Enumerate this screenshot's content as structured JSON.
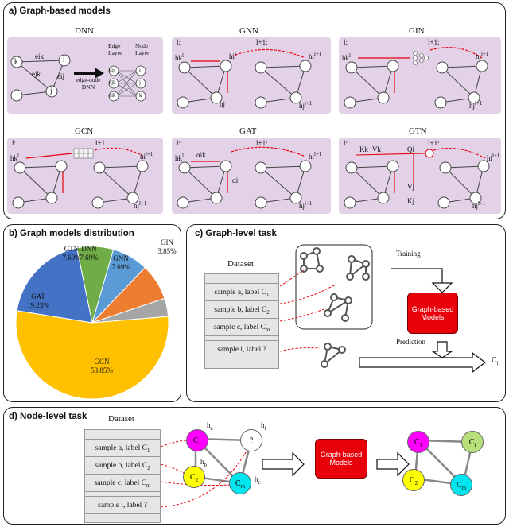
{
  "panel_a": {
    "title": "a) Graph-based models",
    "models": [
      {
        "name": "DNN",
        "left_label": "",
        "right_label": ""
      },
      {
        "name": "GNN",
        "left_label": "l:",
        "right_label": "l+1:"
      },
      {
        "name": "GIN",
        "left_label": "l:",
        "right_label": "l+1:"
      },
      {
        "name": "GCN",
        "left_label": "l:",
        "right_label": "l+1"
      },
      {
        "name": "GAT",
        "left_label": "l:",
        "right_label": "l+1:"
      },
      {
        "name": "GTN",
        "left_label": "l:",
        "right_label": "l+1:"
      }
    ],
    "dnn": {
      "edge_layer": "Edge Layer",
      "node_layer": "Node Layer",
      "arrow_label": "edge-node DNN",
      "edge_items": [
        "eij",
        "ejk",
        "eik"
      ],
      "node_items": [
        "i",
        "j",
        "k"
      ]
    },
    "node_labels": {
      "k": "k",
      "i": "i",
      "j": "j"
    },
    "edge_labels": {
      "eik": "eik",
      "ejk": "ejk",
      "eij": "eij"
    },
    "features": {
      "hk": "hk",
      "hi": "hi",
      "hj": "hj",
      "l": "l",
      "l1": "l+1"
    },
    "gat": {
      "a_ik": "αik",
      "a_ij": "αij"
    },
    "gtn": {
      "kk": "Kk",
      "vk": "Vk",
      "qi": "Qi",
      "vj": "Vj",
      "kj": "Kj"
    }
  },
  "panel_b": {
    "title": "b) Graph models distribution",
    "chart_data": {
      "type": "pie",
      "title": "",
      "slices": [
        {
          "label": "DNN",
          "value": 7.69,
          "text": "7.69%",
          "color": "#5b9bd5"
        },
        {
          "label": "GNN",
          "value": 7.69,
          "text": "7.69%",
          "color": "#ed7d31"
        },
        {
          "label": "GIN",
          "value": 3.85,
          "text": "3.85%",
          "color": "#a5a5a5"
        },
        {
          "label": "GCN",
          "value": 53.85,
          "text": "53.85%",
          "color": "#ffc000"
        },
        {
          "label": "GAT",
          "value": 19.23,
          "text": "19.23%",
          "color": "#4472c4"
        },
        {
          "label": "GTN",
          "value": 7.69,
          "text": "7.69%",
          "color": "#70ad47"
        }
      ]
    }
  },
  "panel_c": {
    "title": "c) Graph-level task",
    "dataset_label": "Dataset",
    "rows": [
      "sample a, label C1",
      "sample b, label C2",
      "sample c, label Cm",
      "sample i, label ?"
    ],
    "training": "Training",
    "prediction": "Prediction",
    "model": "Graph-based Models",
    "output": "Ci"
  },
  "panel_d": {
    "title": "d) Node-level task",
    "dataset_label": "Dataset",
    "rows": [
      "sample a, label C1",
      "sample b, label C2",
      "sample c, label Cm",
      "sample i, label ?"
    ],
    "model": "Graph-based Models",
    "nodes": {
      "c1": "C1",
      "c2": "C2",
      "cm": "Cm",
      "q": "?",
      "ci": "Ci"
    },
    "features": {
      "ha": "ha",
      "hb": "hb",
      "hc": "hc",
      "hi": "hi"
    },
    "colors": {
      "c1": "#ff00ff",
      "c2": "#ffff00",
      "cm": "#00e5ee",
      "ci": "#b8e07a"
    }
  }
}
